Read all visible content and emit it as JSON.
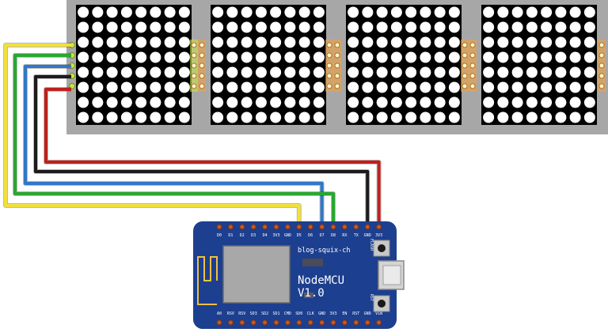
{
  "matrix_display": {
    "module_count": 4,
    "grid_rows": 8,
    "grid_cols": 8,
    "led_color": "#ffffff",
    "panel_color": "#000000",
    "frame_color": "#a7a7a7",
    "connector_color": "#f0a040",
    "input_pin_color": "#c8e34a"
  },
  "board": {
    "name": "NodeMCU",
    "version": "V1.0",
    "watermark": "blog-squix-ch",
    "board_color": "#1d3f8f",
    "top_pins": [
      "D0",
      "D1",
      "D2",
      "D3",
      "D4",
      "3V3",
      "GND",
      "D5",
      "D6",
      "D7",
      "D8",
      "RX",
      "TX",
      "GND",
      "3V3"
    ],
    "bottom_pins": [
      "A0",
      "RSV",
      "RSV",
      "SD3",
      "SD2",
      "SD1",
      "CMD",
      "SD0",
      "CLK",
      "GND",
      "3V3",
      "EN",
      "RST",
      "GND",
      "VIN"
    ],
    "button_top_label": "FLASH",
    "button_bottom_label": "RST"
  },
  "wires": [
    {
      "name": "vcc-wire",
      "color": "#c0201c",
      "board_pin": "3V3"
    },
    {
      "name": "gnd-wire",
      "color": "#1b1b1b",
      "board_pin": "GND"
    },
    {
      "name": "din-wire",
      "color": "#2f78c8",
      "board_pin": "D7"
    },
    {
      "name": "cs-wire",
      "color": "#28a830",
      "board_pin": "D8"
    },
    {
      "name": "clk-wire",
      "color": "#f2e03a",
      "board_pin": "D5"
    }
  ]
}
